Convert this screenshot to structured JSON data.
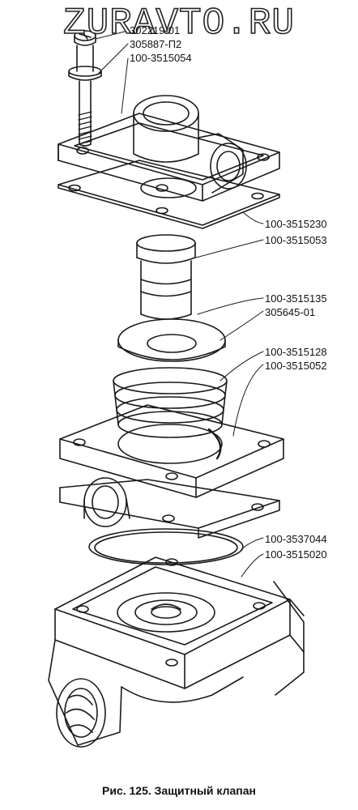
{
  "watermark": "ZURAVTO.RU",
  "caption": "Рис. 125. Защитный клапан",
  "parts": [
    {
      "id": "p1",
      "number": "302219-01"
    },
    {
      "id": "p2",
      "number": "305887-П2"
    },
    {
      "id": "p3",
      "number": "100-3515054"
    },
    {
      "id": "p4",
      "number": "100-3515230"
    },
    {
      "id": "p5",
      "number": "100-3515053"
    },
    {
      "id": "p6",
      "number": "100-3515135"
    },
    {
      "id": "p7",
      "number": "305645-01"
    },
    {
      "id": "p8",
      "number": "100-3515128"
    },
    {
      "id": "p9",
      "number": "100-3515052"
    },
    {
      "id": "p10",
      "number": "100-3537044"
    },
    {
      "id": "p11",
      "number": "100-3515020"
    }
  ],
  "colors": {
    "line": "#1a1a1a",
    "background": "#ffffff"
  }
}
